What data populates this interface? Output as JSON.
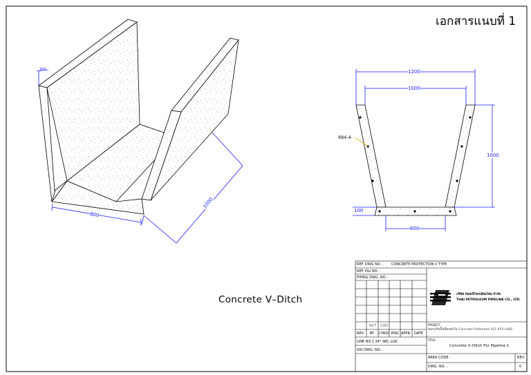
{
  "annex_label": "เอกสารแนบที่ 1",
  "drawing_title": "Concrete V–Ditch",
  "iso_view": {
    "dim_top": "300",
    "dim_width": "800",
    "dim_length": "1000"
  },
  "section_view": {
    "dim_top_outer": "1200",
    "dim_top_inner": "1000",
    "dim_height": "1000",
    "dim_base": "600",
    "dim_slab": "100",
    "rebar_label": "RB4–6"
  },
  "title_block": {
    "ref_dwg": "REF. DWG NO. :",
    "ref_dwg_value": "CONCRETE PROTECTION V TYPE",
    "ref_pid": "REF. P&I NO. :",
    "piping_dwg": "PIPING DWG. NO. :",
    "rev_headers": [
      "REV.",
      "BY",
      "CHKD.",
      "ENG",
      "APPR.",
      "DATE"
    ],
    "rev_row": [
      "",
      "NCT",
      "CHD",
      "",
      "",
      ""
    ],
    "line_no": "LINE NO.1 24\" SRC–LUK",
    "iso_dwg": "ISO DWG. NO. :",
    "company_th": "บริษัท ท่อส่งปิโตรเลียมไทย จำกัด",
    "company_en": "THAI PETROLEUM PIPELINE CO., LTD.",
    "project_label": "PROJECT:",
    "project_value": "ขอบปรับพื้นที่ท่อส่งใน Concrete Protection PL1 KP3+668",
    "title_label": "TITLE",
    "title_value": "Concrete V–Ditch For Pipeline 1",
    "area_code": "AREA CODE :",
    "rev_label": "REV.",
    "dwg_no": "DWG. NO. :",
    "rev_value": "0"
  }
}
